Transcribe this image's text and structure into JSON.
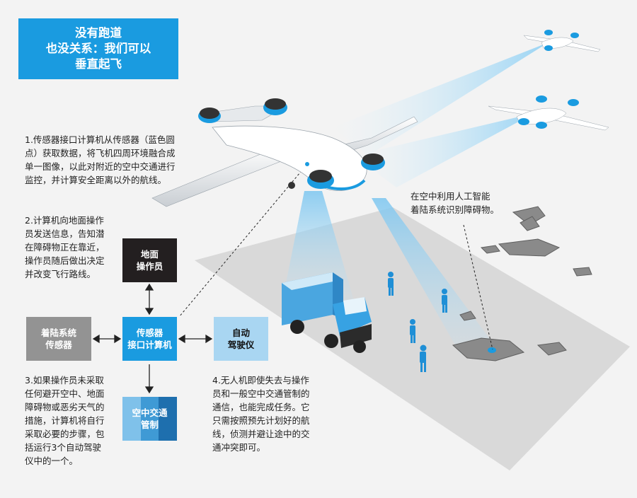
{
  "title": {
    "line1": "没有跑道",
    "line2": "也没关系：我们可以",
    "line3": "垂直起飞"
  },
  "notes": {
    "step1": [
      "1.传感器接口计算机从传感器（蓝色圆",
      "点）获取数据，将飞机四周环境融合成",
      "单一图像，以此对附近的空中交通进行",
      "监控，并计算安全距离以外的航线。"
    ],
    "step2": [
      "2.计算机向地面操作",
      "员发送信息，告知潜",
      "在障碍物正在靠近，",
      "操作员随后做出决定",
      "并改变飞行路线。"
    ],
    "step3": [
      "3.如果操作员未采取",
      "任何避开空中、地面",
      "障碍物或恶劣天气的",
      "措施，计算机将自行",
      "采取必要的步骤，包",
      "括运行3个自动驾驶",
      "仪中的一个。"
    ],
    "step4": [
      "4.无人机即使失去与操作",
      "员和一般空中交通管制的",
      "通信，也能完成任务。它",
      "只需按照预先计划好的航",
      "线，侦测并避让途中的交",
      "通冲突即可。"
    ],
    "ai_note": [
      "在空中利用人工智能",
      "着陆系统识别障碍物。"
    ]
  },
  "boxes": {
    "ground_operator": [
      "地面",
      "操作员"
    ],
    "landing_system": [
      "着陆系统",
      "传感器"
    ],
    "sensor_computer": [
      "传感器",
      "接口计算机"
    ],
    "autopilot": [
      "自动",
      "驾驶仪"
    ],
    "atc": [
      "空中交通",
      "管制"
    ]
  },
  "colors": {
    "accent_blue": "#1a9be0",
    "light_blue": "#a9d6f2",
    "dark_box": "#231f20",
    "gray_box": "#939393",
    "atc_stripes": [
      "#7fc1ea",
      "#3f9ad5",
      "#1e6fae"
    ]
  }
}
